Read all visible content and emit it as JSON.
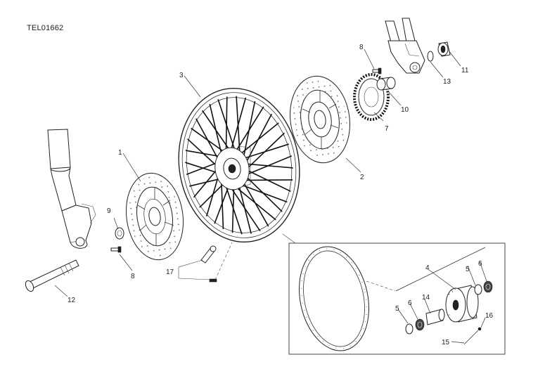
{
  "drawing_code": "TEL01662",
  "callouts": {
    "c1": "1",
    "c2": "2",
    "c3": "3",
    "c4": "4",
    "c5a": "5",
    "c5b": "5",
    "c6a": "6",
    "c6b": "6",
    "c7": "7",
    "c8a": "8",
    "c8b": "8",
    "c9": "9",
    "c10": "10",
    "c11": "11",
    "c12": "12",
    "c13": "13",
    "c14": "14",
    "c15": "15",
    "c16": "16",
    "c17": "17"
  }
}
